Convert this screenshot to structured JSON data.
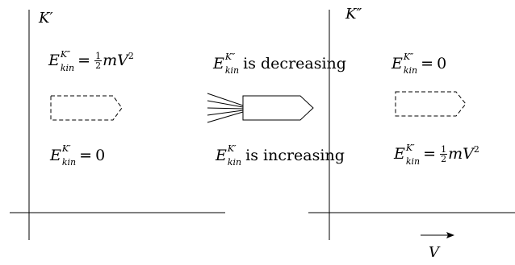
{
  "frames": {
    "left_label": "K′",
    "right_label": "K″"
  },
  "velocity_label": "V",
  "equations": {
    "left_top": {
      "E": "E",
      "sup": "K″",
      "sub": "kin",
      "rel": "=",
      "frac_num": "1",
      "frac_den": "2",
      "rhs": "mV",
      "pow": "2"
    },
    "left_bottom": {
      "E": "E",
      "sup": "K′",
      "sub": "kin",
      "rel": "=",
      "rhs": "0"
    },
    "mid_top": {
      "E": "E",
      "sup": "K″",
      "sub": "kin",
      "text": "is decreasing"
    },
    "mid_bottom": {
      "E": "E",
      "sup": "K′",
      "sub": "kin",
      "text": "is increasing"
    },
    "right_top": {
      "E": "E",
      "sup": "K″",
      "sub": "kin",
      "rel": "=",
      "rhs": "0"
    },
    "right_bottom": {
      "E": "E",
      "sup": "K′",
      "sub": "kin",
      "rel": "=",
      "frac_num": "1",
      "frac_den": "2",
      "rhs": "mV",
      "pow": "2"
    }
  },
  "colors": {
    "ink": "#000000",
    "background": "#ffffff"
  }
}
